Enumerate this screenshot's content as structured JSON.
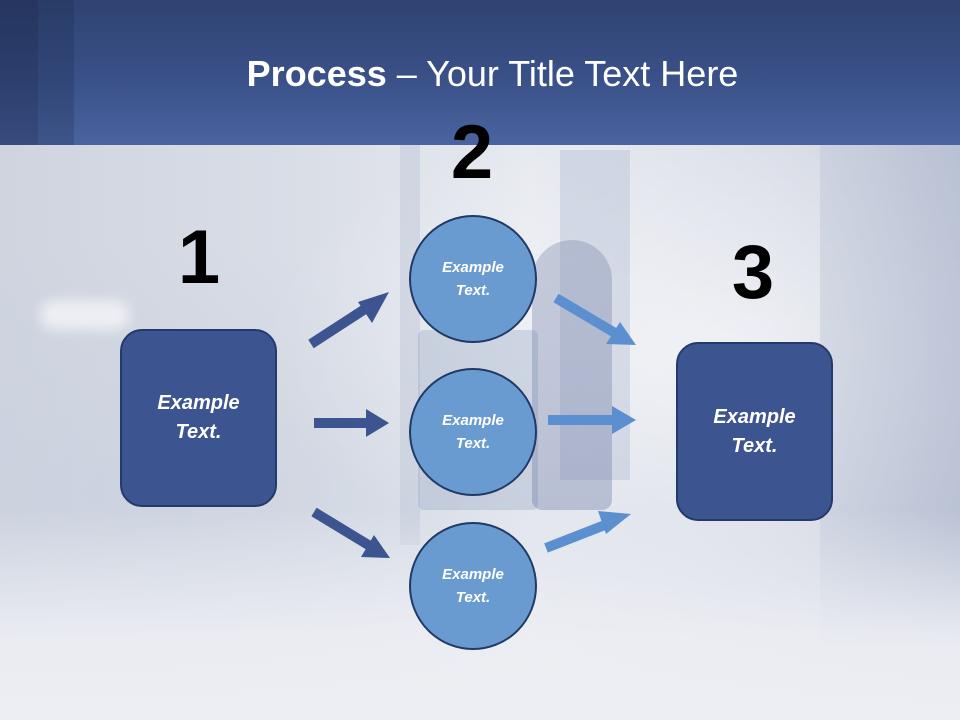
{
  "title": {
    "bold": "Process",
    "rest": " – Your Title Text Here"
  },
  "steps": {
    "step1_number": "1",
    "step2_number": "2",
    "step3_number": "3"
  },
  "left_box": {
    "text": "Example\nText."
  },
  "circles": [
    {
      "text": "Example\nText."
    },
    {
      "text": "Example\nText."
    },
    {
      "text": "Example\nText."
    }
  ],
  "right_box": {
    "text": "Example\nText."
  },
  "colors": {
    "header": "#3a5188",
    "box_fill": "#3c5590",
    "circle_fill": "#6a9bd0",
    "arrow_dark": "#3c5590",
    "arrow_light": "#5b8fd0"
  }
}
